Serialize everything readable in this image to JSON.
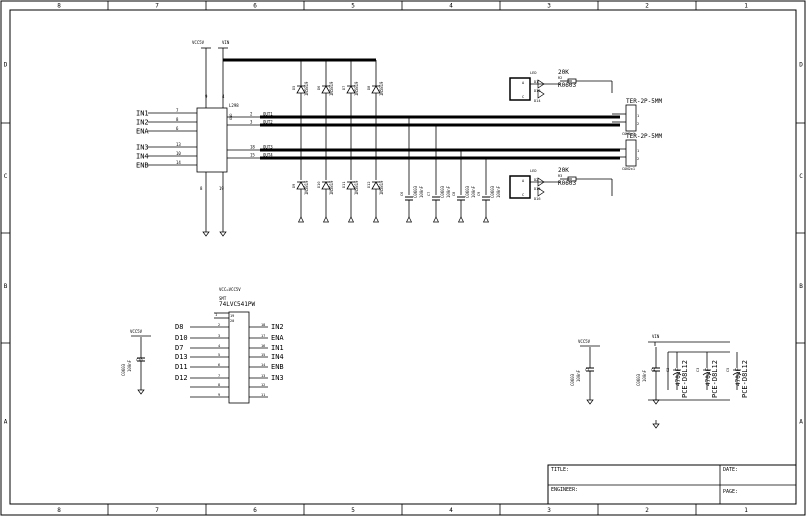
{
  "zones_top": [
    "8",
    "7",
    "6",
    "5",
    "4",
    "3",
    "2",
    "1"
  ],
  "zones_side": [
    "D",
    "C",
    "B",
    "A"
  ],
  "power": {
    "vcc5v": "VCC5V",
    "vin": "VIN",
    "vcc_eq": "VCC=VCC5V"
  },
  "u1": {
    "name": "L298",
    "left_pins": [
      {
        "num": "7",
        "net": "IN1"
      },
      {
        "num": "8",
        "net": "IN2"
      },
      {
        "num": "6",
        "net": "ENA"
      },
      {
        "num": "13",
        "net": "IN3"
      },
      {
        "num": "10",
        "net": "IN4"
      },
      {
        "num": "14",
        "net": "ENB"
      }
    ],
    "top_pins": [
      "9",
      "4"
    ],
    "right_pins": [
      "2",
      "3",
      "18",
      "15"
    ],
    "bottom_pins": [
      "8",
      "19"
    ],
    "outputs": [
      "OUT1",
      "OUT2",
      "OUT3",
      "OUT4"
    ],
    "gnd_label": "GND"
  },
  "diode_label": "1N5819",
  "diodes_top": [
    "D5",
    "D6",
    "D7",
    "D8"
  ],
  "diodes_bottom": [
    "D9",
    "D10",
    "D11",
    "D12"
  ],
  "caps_out": [
    {
      "ref": "C6",
      "pkg": "C0603",
      "val": "100nF"
    },
    {
      "ref": "C7",
      "pkg": "C0603",
      "val": "100nF"
    },
    {
      "ref": "C8",
      "pkg": "C0603",
      "val": "100nF"
    },
    {
      "ref": "C9",
      "pkg": "C0603",
      "val": "100nF"
    }
  ],
  "leds_top": {
    "led": "LED",
    "r": "R2",
    "r_val": "20K",
    "r_pkg": "R0603",
    "items": [
      "D1",
      "D13",
      "D14"
    ]
  },
  "leds_bottom": {
    "led": "LED",
    "r": "R3",
    "r_val": "20K",
    "r_pkg": "R0603",
    "items": [
      "D2",
      "D15",
      "D16"
    ]
  },
  "connectors": [
    {
      "label": "TER-2P-5MM",
      "ref": "CN1",
      "part": "CON2x1"
    },
    {
      "label": "TER-2P-5MM",
      "ref": "CN2",
      "part": "CON2x1"
    }
  ],
  "u2": {
    "part": "74LVC541PW",
    "ref": "SMT",
    "top_pins": [
      "1",
      "19",
      "20"
    ],
    "left_pins": [
      {
        "net": "D8",
        "num": "2"
      },
      {
        "net": "D10",
        "num": "3"
      },
      {
        "net": "D7",
        "num": "4"
      },
      {
        "net": "D13",
        "num": "5"
      },
      {
        "net": "D11",
        "num": "6"
      },
      {
        "net": "D12",
        "num": "7"
      },
      {
        "net": "",
        "num": "8"
      },
      {
        "net": "",
        "num": "9"
      }
    ],
    "right_pins": [
      {
        "num": "18",
        "net": "IN2"
      },
      {
        "num": "17",
        "net": "ENA"
      },
      {
        "num": "16",
        "net": "IN1"
      },
      {
        "num": "15",
        "net": "IN4"
      },
      {
        "num": "14",
        "net": "ENB"
      },
      {
        "num": "13",
        "net": "IN3"
      },
      {
        "num": "12",
        "net": ""
      },
      {
        "num": "11",
        "net": ""
      }
    ]
  },
  "caps_misc": [
    {
      "ref": "C10",
      "pkg": "C0603",
      "val": "100nF"
    },
    {
      "ref": "C1",
      "pkg": "C0603",
      "val": "100nF"
    },
    {
      "ref": "C4",
      "pkg": "C0603",
      "val": "100nF"
    }
  ],
  "caps_bulk": [
    {
      "ref": "C2",
      "val": "470uF",
      "pkg": "PCE-D8L12"
    },
    {
      "ref": "C3",
      "val": "470uF",
      "pkg": "PCE-D8L12"
    },
    {
      "ref": "C5",
      "val": "470uF",
      "pkg": "PCE-D8L12"
    }
  ],
  "title_block": {
    "title": "TITLE:",
    "date": "DATE:",
    "engineer": "ENGINEER:",
    "page": "PAGE:"
  }
}
